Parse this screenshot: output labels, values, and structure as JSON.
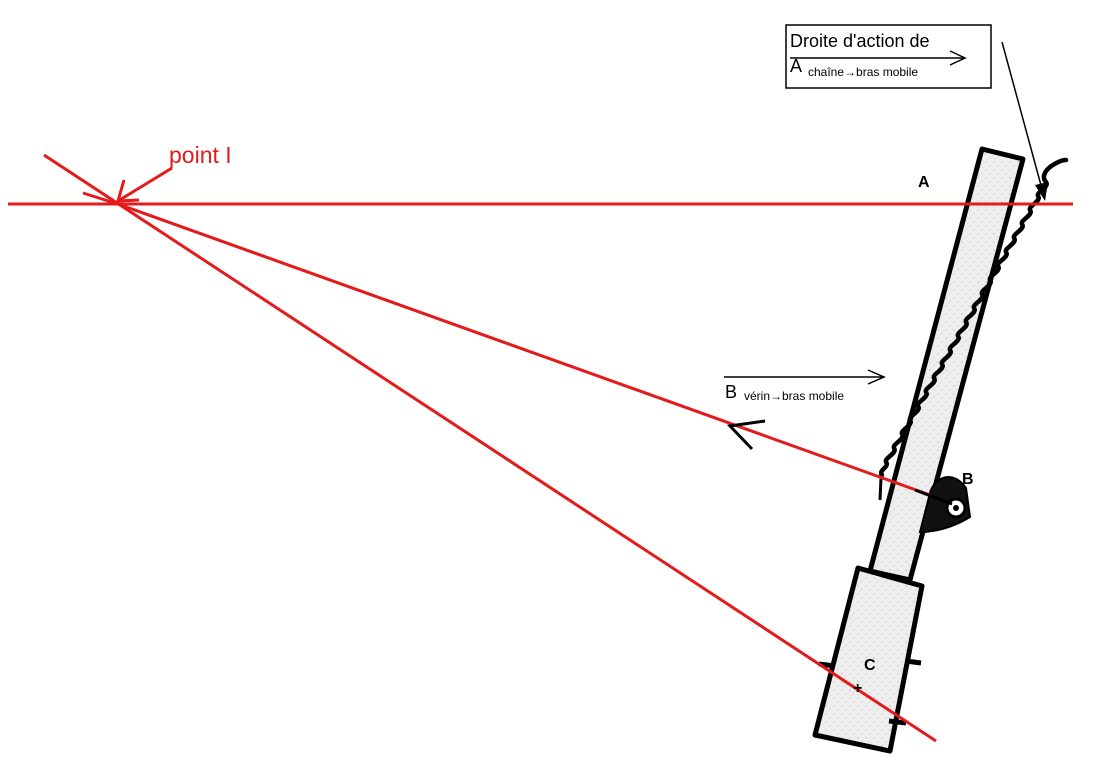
{
  "labels": {
    "point_i": "point I",
    "point_a": "A",
    "point_b": "B",
    "point_c": "C",
    "box_line1": "Droite d'action de",
    "box_vec_letter": "A",
    "box_vec_sub": "chaîne→bras mobile",
    "b_vec_letter": "B",
    "b_vec_sub": "vérin→bras mobile"
  },
  "colors": {
    "action_lines": "#e31b1b",
    "ink": "#000000",
    "arm_fill": "#e9e9e9"
  }
}
